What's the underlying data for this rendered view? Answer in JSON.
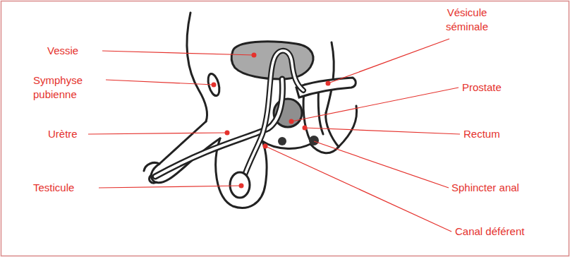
{
  "diagram": {
    "labels": [
      "Vessie",
      "Symphyse pubienne",
      "Urètre",
      "Testicule",
      "Vésicule séminale",
      "Prostate",
      "Rectum",
      "Sphincter anal",
      "Canal déférent"
    ]
  }
}
